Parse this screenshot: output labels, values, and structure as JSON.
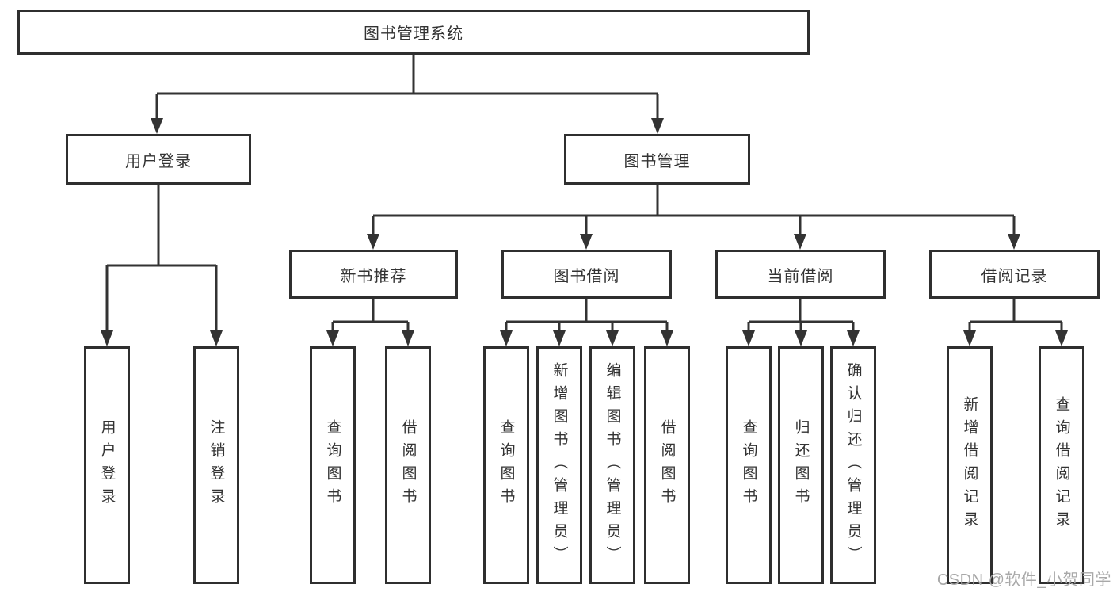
{
  "colors": {
    "line": "#333333",
    "box_border": "#2f2f2f",
    "text": "#333333",
    "watermark": "#a8a8a8",
    "bg": "#ffffff"
  },
  "nodes": {
    "root": "图书管理系统",
    "user_login": "用户登录",
    "book_mgmt": "图书管理",
    "new_book_rec": "新书推荐",
    "book_borrow": "图书借阅",
    "current_borrow": "当前借阅",
    "borrow_record": "借阅记录",
    "ul_user_login": "用户登录",
    "ul_logout": "注销登录",
    "nbr_query_book": "查询图书",
    "nbr_borrow_book": "借阅图书",
    "bb_query_book": "查询图书",
    "bb_add_book": "新增图书（管理员）",
    "bb_edit_book": "编辑图书（管理员）",
    "bb_borrow_book": "借阅图书",
    "cb_query_book": "查询图书",
    "cb_return_book": "归还图书",
    "cb_confirm_return": "确认归还（管理员）",
    "br_add_record": "新增借阅记录",
    "br_query_record": "查询借阅记录"
  },
  "hierarchy": {
    "图书管理系统": {
      "用户登录": [
        "用户登录",
        "注销登录"
      ],
      "图书管理": {
        "新书推荐": [
          "查询图书",
          "借阅图书"
        ],
        "图书借阅": [
          "查询图书",
          "新增图书（管理员）",
          "编辑图书（管理员）",
          "借阅图书"
        ],
        "当前借阅": [
          "查询图书",
          "归还图书",
          "确认归还（管理员）"
        ],
        "借阅记录": [
          "新增借阅记录",
          "查询借阅记录"
        ]
      }
    }
  },
  "watermark": {
    "text": "CSDN @软件_小贺同学"
  }
}
